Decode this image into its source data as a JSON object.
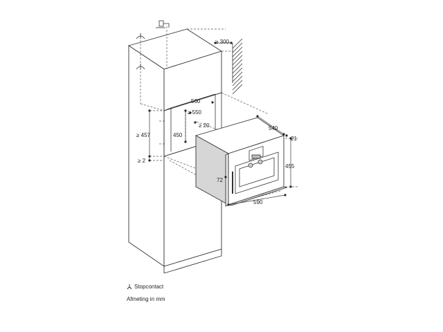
{
  "dimensions": {
    "clearance_wall": "≥ 300",
    "niche_width": "560",
    "niche_depth": "≥ 550",
    "back_gap": "≥ 20",
    "niche_height": "≥ 457",
    "inner_height": "450",
    "bottom_gap": "≥ 2",
    "appliance_depth": "540",
    "front_depth": "21",
    "appliance_height": "455",
    "handle_offset": "72",
    "appliance_width": "590"
  },
  "legend": {
    "socket_label": "Stopcontact",
    "socket_icon": "power-socket-icon",
    "units_note": "Afmeting in mm"
  }
}
